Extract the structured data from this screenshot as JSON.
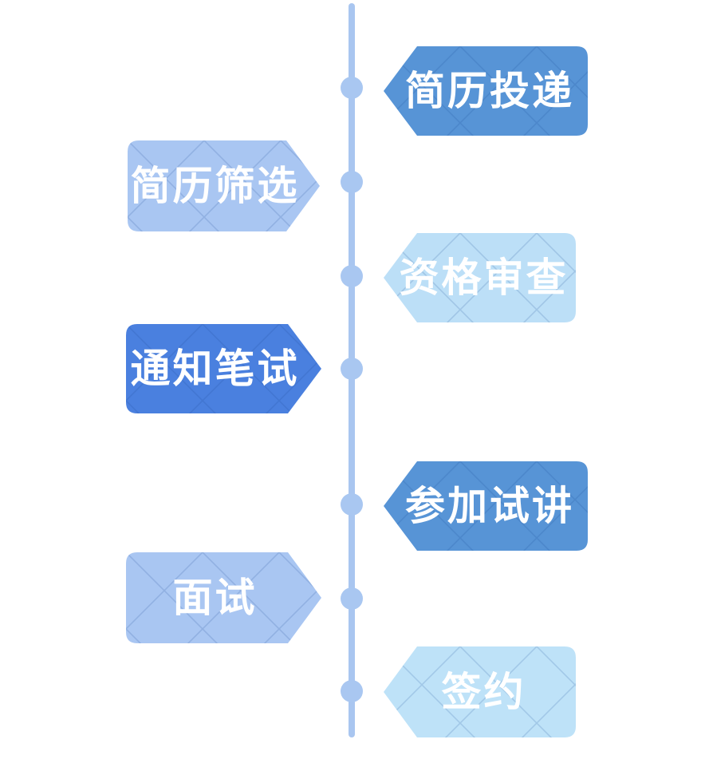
{
  "diagram": {
    "type": "vertical-timeline-flow",
    "background_color": "#ffffff",
    "line_color": "#a9c6f0",
    "node_color": "#a9c7f1",
    "label_text_color": "#ffffff",
    "pattern": "diagonal-lattice",
    "pattern_line_color": "rgba(25,70,150,0.17)",
    "steps": [
      {
        "label": "简历投递",
        "side": "right",
        "direction": "points-left",
        "fill": "#5794d6"
      },
      {
        "label": "简历筛选",
        "side": "left",
        "direction": "points-right",
        "fill": "#a9c6f2"
      },
      {
        "label": "资格审查",
        "side": "right",
        "direction": "points-left",
        "fill": "#bcdff7"
      },
      {
        "label": "通知笔试",
        "side": "left",
        "direction": "points-right",
        "fill": "#4a80df"
      },
      {
        "label": "参加试讲",
        "side": "right",
        "direction": "points-left",
        "fill": "#5794d6"
      },
      {
        "label": "面试",
        "side": "left",
        "direction": "points-right",
        "fill": "#a9c6f2"
      },
      {
        "label": "签约",
        "side": "right",
        "direction": "points-left",
        "fill": "#bee2f8"
      }
    ]
  }
}
